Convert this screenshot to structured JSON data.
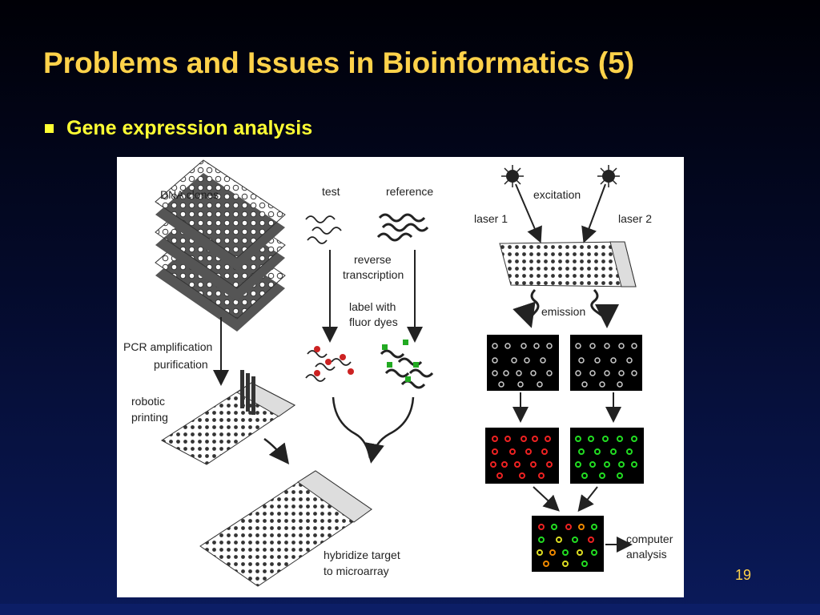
{
  "slide": {
    "title": "Problems and Issues in Bioinformatics (5)",
    "bullet": "Gene expression analysis",
    "page_number": "19"
  },
  "figure": {
    "labels": {
      "dna_clones": "DNA clones",
      "pcr_line1": "PCR amplification",
      "pcr_line2": "purification",
      "robotic_line1": "robotic",
      "robotic_line2": "printing",
      "test": "test",
      "reference": "reference",
      "reverse_line1": "reverse",
      "reverse_line2": "transcription",
      "label_line1": "label with",
      "label_line2": "fluor dyes",
      "hybridize_line1": "hybridize target",
      "hybridize_line2": "to microarray",
      "excitation": "excitation",
      "laser1": "laser 1",
      "laser2": "laser 2",
      "emission": "emission",
      "computer_line1": "computer",
      "computer_line2": "analysis"
    }
  }
}
